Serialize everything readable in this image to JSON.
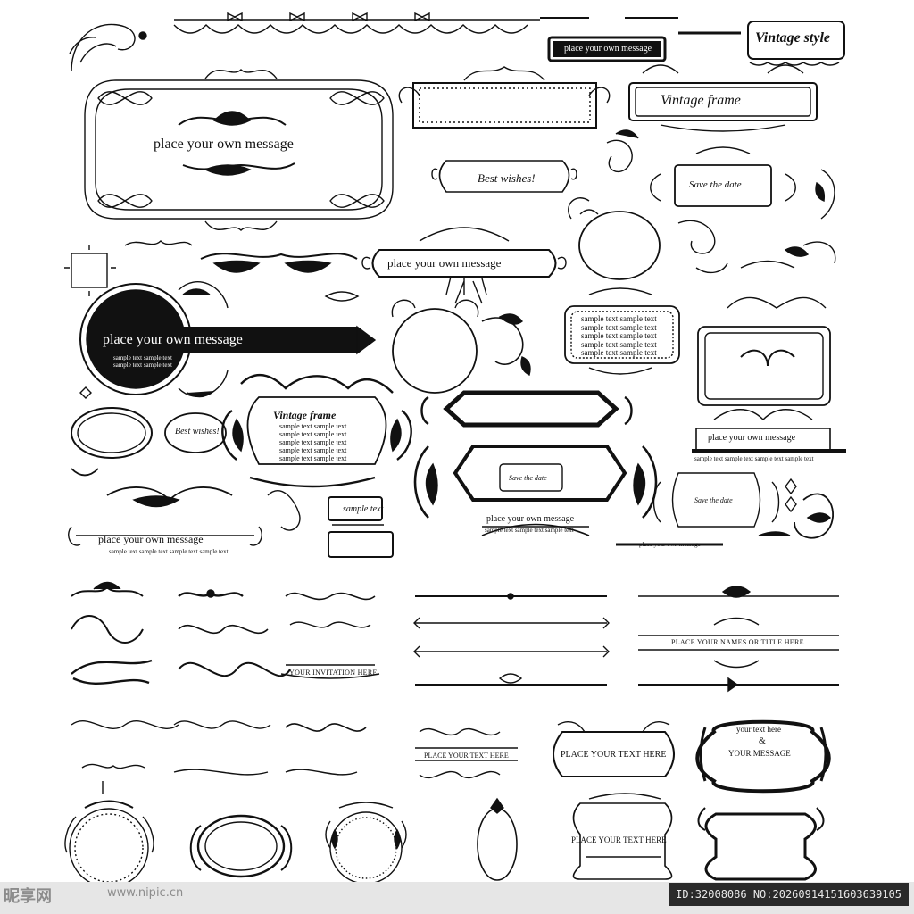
{
  "texts": {
    "vintage_style": "Vintage style",
    "msg_top_banner": "place your own message",
    "vintage_frame_top": "Vintage frame",
    "big_message": "place your own message",
    "best_wishes_1": "Best wishes!",
    "save_date_1": "Save the date",
    "ribbon_message": "place your own message",
    "round_message": "place your own message",
    "round_sample_1": "sample text sample text",
    "round_sample_2": "sample text sample text",
    "sample_block": [
      "sample text sample text",
      "sample text sample text",
      "sample text sample text",
      "sample text sample text",
      "sample text sample text"
    ],
    "best_wishes_2": "Best wishes!",
    "vintage_frame_mid": "Vintage frame",
    "vf_sample": [
      "sample text sample text",
      "sample text sample text",
      "sample text sample text",
      "sample text sample text",
      "sample text sample text"
    ],
    "right_message": "place your own message",
    "right_sample": "sample text sample text sample text sample text",
    "save_date_2": "Save the date",
    "save_date_3": "Save the date",
    "center_message": "place your own message",
    "center_sample": "sample text sample text sample text",
    "sample_text_label": "sample text",
    "left_message": "place your own message",
    "left_sample": "sample text sample text sample text sample text",
    "bottom_small_message": "place your own message",
    "invitation": "YOUR INVITATION HERE",
    "names_title": "PLACE YOUR NAMES OR TITLE HERE",
    "place_text_1": "PLACE YOUR TEXT HERE",
    "place_text_2": "PLACE YOUR TEXT HERE",
    "your_text_here": "your text here",
    "ampersand": "&",
    "your_message": "YOUR MESSAGE",
    "place_text_3": "PLACE YOUR TEXT HERE"
  },
  "watermark": {
    "logo": "昵享网",
    "url": "www.nipic.cn",
    "id_line": "ID:32008086 NO:20260914151603639105"
  }
}
